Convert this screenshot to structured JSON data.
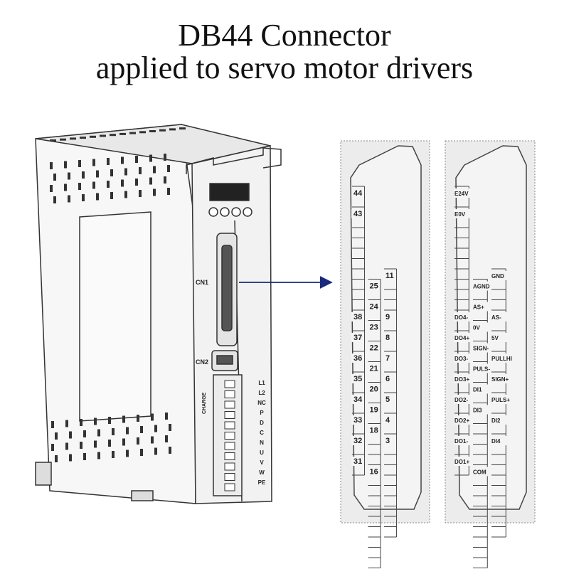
{
  "title": {
    "line1": "DB44 Connector",
    "line2": "applied to servo motor drivers"
  },
  "driver": {
    "cn1_label": "CN1",
    "cn2_label": "CN2",
    "charge_label": "CHARGE",
    "terminals": [
      "L1",
      "L2",
      "NC",
      "P",
      "D",
      "C",
      "N",
      "U",
      "V",
      "W",
      "PE"
    ]
  },
  "pin_numbers": {
    "col1": [
      "44",
      "43",
      "38",
      "37",
      "36",
      "35",
      "34",
      "33",
      "32",
      "31"
    ],
    "col2": [
      "25",
      "24",
      "23",
      "22",
      "21",
      "20",
      "19",
      "18",
      "16"
    ],
    "col3": [
      "11",
      "9",
      "8",
      "7",
      "6",
      "5",
      "4",
      "3"
    ]
  },
  "pin_functions": {
    "col1": [
      "E24V",
      "E0V",
      "DO4-",
      "DO4+",
      "DO3-",
      "DO3+",
      "DO2-",
      "DO2+",
      "DO1-",
      "DO1+"
    ],
    "col2": [
      "AGND",
      "AS+",
      "0V",
      "SIGN-",
      "PULS-",
      "DI1",
      "DI3",
      "COM"
    ],
    "col3": [
      "GND",
      "AS-",
      "5V",
      "PULLHI",
      "SIGN+",
      "PULS+",
      "DI2",
      "DI4"
    ]
  }
}
